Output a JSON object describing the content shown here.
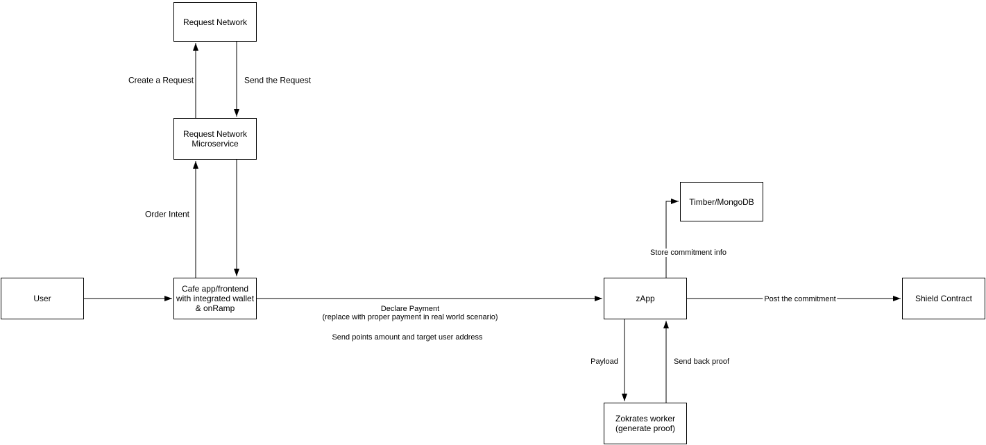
{
  "diagram": {
    "colors": {
      "stroke": "#000000",
      "background": "#ffffff"
    },
    "nodes": {
      "request_network": {
        "label": "Request Network"
      },
      "request_network_microservice": {
        "label": "Request Network\nMicroservice"
      },
      "cafe_app": {
        "label": "Cafe app/frontend\nwith integrated wallet\n& onRamp"
      },
      "user": {
        "label": "User"
      },
      "timber_mongodb": {
        "label": "Timber/MongoDB"
      },
      "zapp": {
        "label": "zApp"
      },
      "shield_contract": {
        "label": "Shield Contract"
      },
      "zokrates_worker": {
        "label": "Zokrates worker\n(generate proof)"
      }
    },
    "edges": [
      {
        "from": "request_network_microservice",
        "to": "request_network",
        "label": "Create a Request"
      },
      {
        "from": "request_network",
        "to": "request_network_microservice",
        "label": "Send the Request"
      },
      {
        "from": "cafe_app",
        "to": "request_network_microservice",
        "label": "Order Intent"
      },
      {
        "from": "request_network_microservice",
        "to": "cafe_app",
        "label": ""
      },
      {
        "from": "user",
        "to": "cafe_app",
        "label": ""
      },
      {
        "from": "cafe_app",
        "to": "zapp",
        "label": "Declare Payment\n(replace with proper payment in real world scenario)",
        "label_secondary": "Send points amount and target user address"
      },
      {
        "from": "zapp",
        "to": "timber_mongodb",
        "label": "Store commitment info"
      },
      {
        "from": "zapp",
        "to": "shield_contract",
        "label": "Post the commitment"
      },
      {
        "from": "zapp",
        "to": "zokrates_worker",
        "label": "Payload"
      },
      {
        "from": "zokrates_worker",
        "to": "zapp",
        "label": "Send back proof"
      }
    ]
  }
}
